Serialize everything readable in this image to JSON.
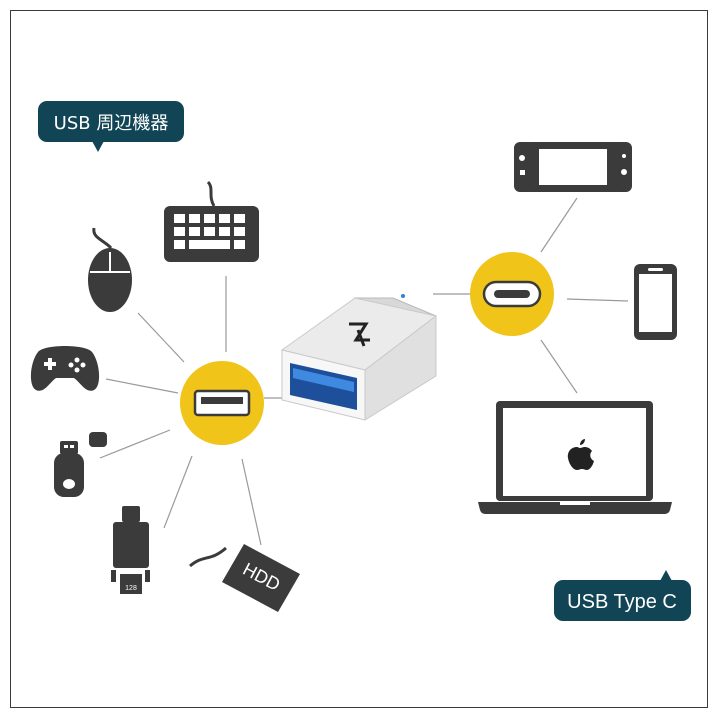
{
  "labels": {
    "usb_peripherals": "USB 周辺機器",
    "usb_type_c": "USB Type C",
    "hdd": "HDD",
    "sd_card": "128"
  },
  "colors": {
    "hub_yellow": "#f0c419",
    "bubble_teal": "#114556",
    "icon_dark": "#3b3b3b",
    "line_gray": "#9a9a9a",
    "usb_blue": "#2f7fd6"
  },
  "left_devices": [
    "keyboard-icon",
    "mouse-icon",
    "gamepad-icon",
    "usb-flash-drive-icon",
    "sd-card-reader-icon",
    "hdd-icon"
  ],
  "right_devices": [
    "nintendo-switch-icon",
    "smartphone-icon",
    "macbook-icon"
  ]
}
